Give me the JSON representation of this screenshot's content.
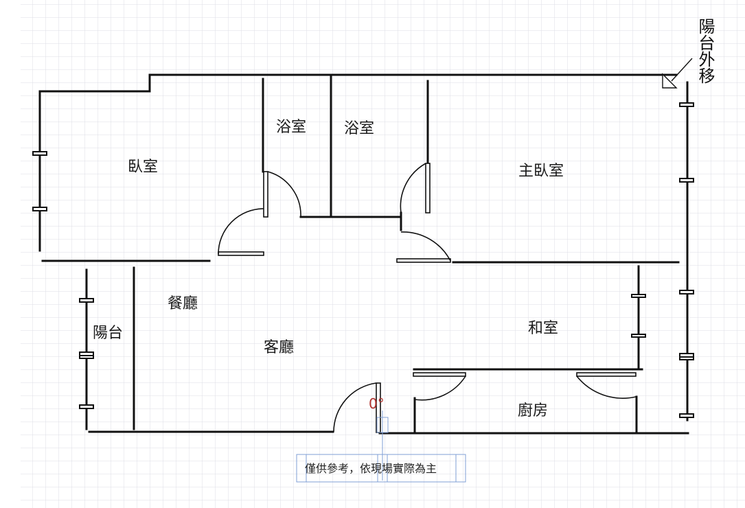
{
  "floorplan": {
    "rooms": {
      "bedroom": "臥室",
      "bath1": "浴室",
      "bath2": "浴室",
      "master_bedroom": "主臥室",
      "dining": "餐廳",
      "living": "客廳",
      "balcony": "陽台",
      "tatami": "和室",
      "kitchen": "廚房"
    },
    "balcony_moved": "陽台外移",
    "disclaimer": "僅供參考，依現場實際為主",
    "door_angle": "0°"
  },
  "colors": {
    "grid": "#dcdde6",
    "wall": "#111111",
    "selection": "#7f9fd6",
    "angle": "#b0322e"
  }
}
